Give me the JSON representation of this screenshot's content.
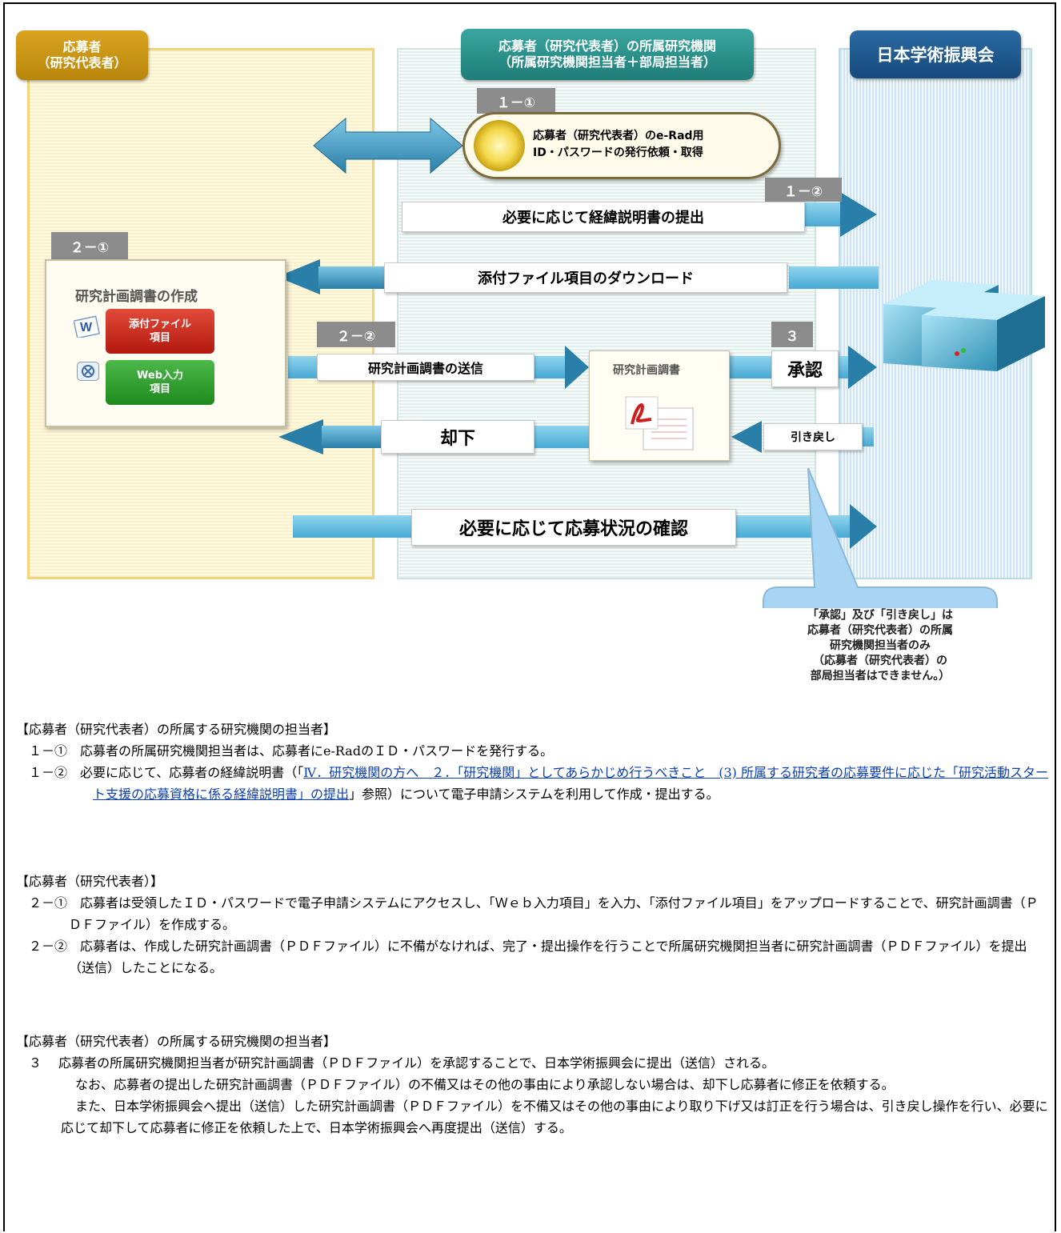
{
  "diagram": {
    "header_applicant": [
      "応募者",
      "（研究代表者）"
    ],
    "header_institution": [
      "応募者（研究代表者）の所属研究機関",
      "（所属研究機関担当者＋部局担当者）"
    ],
    "header_jsps": "日本学術振興会",
    "step_1_1": "１－①",
    "id_request": [
      "応募者（研究代表者）のe-Rad用",
      "ID・パスワードの発行依頼・取得"
    ],
    "step_1_2": "１－②",
    "explanation_submit": "必要に応じて経緯説明書の提出",
    "step_2_1": "２－①",
    "attachment_download": "添付ファイル項目のダウンロード",
    "plan_creation": "研究計画調書の作成",
    "attachment_items": [
      "添付ファイル",
      "項目"
    ],
    "web_items": [
      "Web入力",
      "項目"
    ],
    "step_2_2": "２－②",
    "plan_send": "研究計画調書の送信",
    "plan_doc": "研究計画調書",
    "step_3": "３",
    "approve": "承認",
    "reject": "却下",
    "withdraw": "引き戻し",
    "status_check": "必要に応じて応募状況の確認",
    "callout": [
      "「承認」及び「引き戻し」は",
      "応募者（研究代表者）の所属",
      "研究機関担当者のみ",
      "（応募者（研究代表者）の",
      "部局担当者はできません。）"
    ]
  },
  "sections": {
    "s1_heading": "【応募者（研究代表者）の所属する研究機関の担当者】",
    "s1_item1": "１－①　応募者の所属研究機関担当者は、応募者にe-RadのＩＤ・パスワードを発行する。",
    "s1_item2_pre": "１－②　必要に応じて、応募者の経緯説明書（「",
    "s1_item2_link": "Ⅳ．研究機関の方へ　２．「研究機関」としてあらかじめ行うべきこと　(3) 所属する研究者の応募要件に応じた「研究活動スタート支援の応募資格に係る経緯説明書」の提出",
    "s1_item2_post": "」参照）について電子申請システムを利用して作成・提出する。",
    "s2_heading": "【応募者（研究代表者）】",
    "s2_item1": "２－①　応募者は受領したＩＤ・パスワードで電子申請システムにアクセスし、「Ｗｅｂ入力項目」を入力、「添付ファイル項目」をアップロードすることで、研究計画調書（ＰＤＦファイル）を作成する。",
    "s2_item2": "２－②　応募者は、作成した研究計画調書（ＰＤＦファイル）に不備がなければ、完了・提出操作を行うことで所属研究機関担当者に研究計画調書（ＰＤＦファイル）を提出（送信）したことになる。",
    "s3_heading": "【応募者（研究代表者）の所属する研究機関の担当者】",
    "s3_item1": "３　 応募者の所属研究機関担当者が研究計画調書（ＰＤＦファイル）を承認することで、日本学術振興会に提出（送信）される。",
    "s3_item2": "なお、応募者の提出した研究計画調書（ＰＤＦファイル）の不備又はその他の事由により承認しない場合は、却下し応募者に修正を依頼する。",
    "s3_item3": "また、日本学術振興会へ提出（送信）した研究計画調書（ＰＤＦファイル）を不備又はその他の事由により取り下げ又は訂正を行う場合は、引き戻し操作を行い、必要に応じて却下して応募者に修正を依頼した上で、日本学術振興会へ再度提出（送信）する。"
  },
  "colors": {
    "applicant_lane": "#fff9e4",
    "institution_lane": "#e3efec",
    "jsps_lane": "#cfe4ee",
    "arrow": "#2a7fa8",
    "approve_red": "#b3190f",
    "web_green": "#1e8a1e"
  }
}
